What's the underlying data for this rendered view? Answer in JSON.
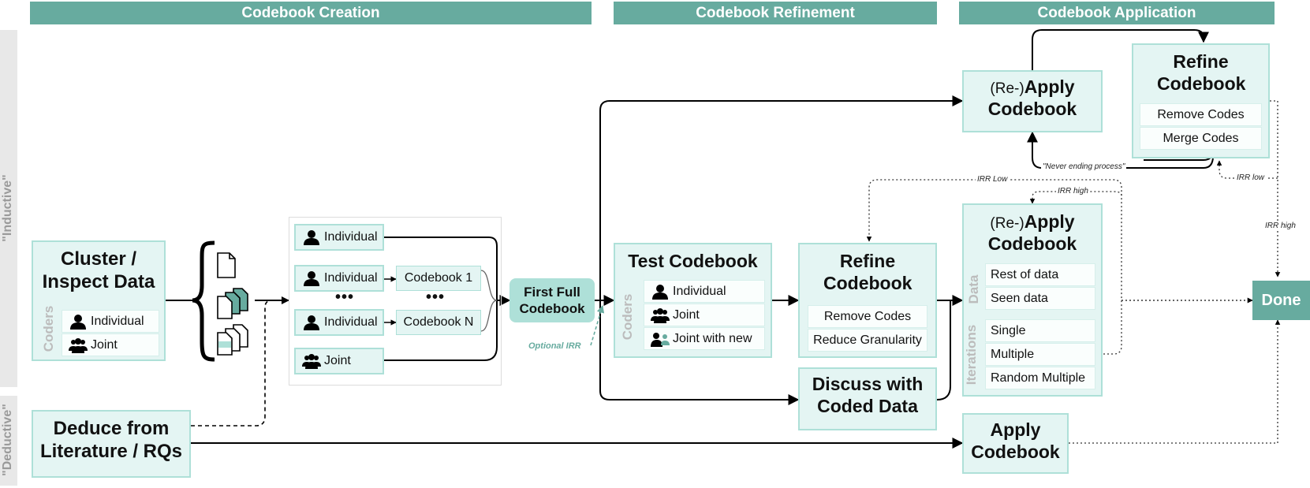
{
  "headers": {
    "creation": "Codebook Creation",
    "refinement": "Codebook Refinement",
    "application": "Codebook Application"
  },
  "side": {
    "inductive": "\"Inductive\"",
    "deductive": "\"Deductive\""
  },
  "cluster": {
    "title": "Cluster / Inspect Data",
    "coders_label": "Coders",
    "items": [
      "Individual",
      "Joint"
    ]
  },
  "deduce": {
    "title": "Deduce from Literature / RQs"
  },
  "creation_panel": {
    "row1": "Individual",
    "row2": "Individual",
    "codebook1": "Codebook 1",
    "dots": "•••",
    "row3": "Individual",
    "codebookN": "Codebook N",
    "row4": "Joint"
  },
  "first_full": {
    "title": "First Full Codebook",
    "optional_irr": "Optional IRR"
  },
  "test_codebook": {
    "title": "Test Codebook",
    "coders_label": "Coders",
    "items": [
      "Individual",
      "Joint",
      "Joint with new"
    ]
  },
  "refine_mid": {
    "title": "Refine Codebook",
    "items": [
      "Remove Codes",
      "Reduce Granularity"
    ]
  },
  "discuss": {
    "title": "Discuss with Coded Data"
  },
  "reapply_top": {
    "prefix": "(Re-)",
    "title_bold": "Apply",
    "title2": "Codebook"
  },
  "refine_top": {
    "title": "Refine Codebook",
    "items": [
      "Remove Codes",
      "Merge Codes"
    ]
  },
  "reapply_mid": {
    "prefix": "(Re-)",
    "title_bold": "Apply",
    "title2": "Codebook",
    "data_label": "Data",
    "data_items": [
      "Rest of data",
      "Seen data"
    ],
    "iter_label": "Iterations",
    "iter_items": [
      "Single",
      "Multiple",
      "Random Multiple"
    ]
  },
  "apply_bottom": {
    "title": "Apply Codebook"
  },
  "done": {
    "title": "Done"
  },
  "annotations": {
    "never_ending": "\"Never ending process\"",
    "irr_low_1": "IRR Low",
    "irr_high_1": "IRR high",
    "irr_low_2": "IRR low",
    "irr_high_2": "IRR high"
  },
  "colors": {
    "header": "#67ab9f",
    "box_fill": "#e4f5f3",
    "box_border": "#aee0d8",
    "done": "#67ab9f",
    "irr_text": "#67ab9f"
  }
}
